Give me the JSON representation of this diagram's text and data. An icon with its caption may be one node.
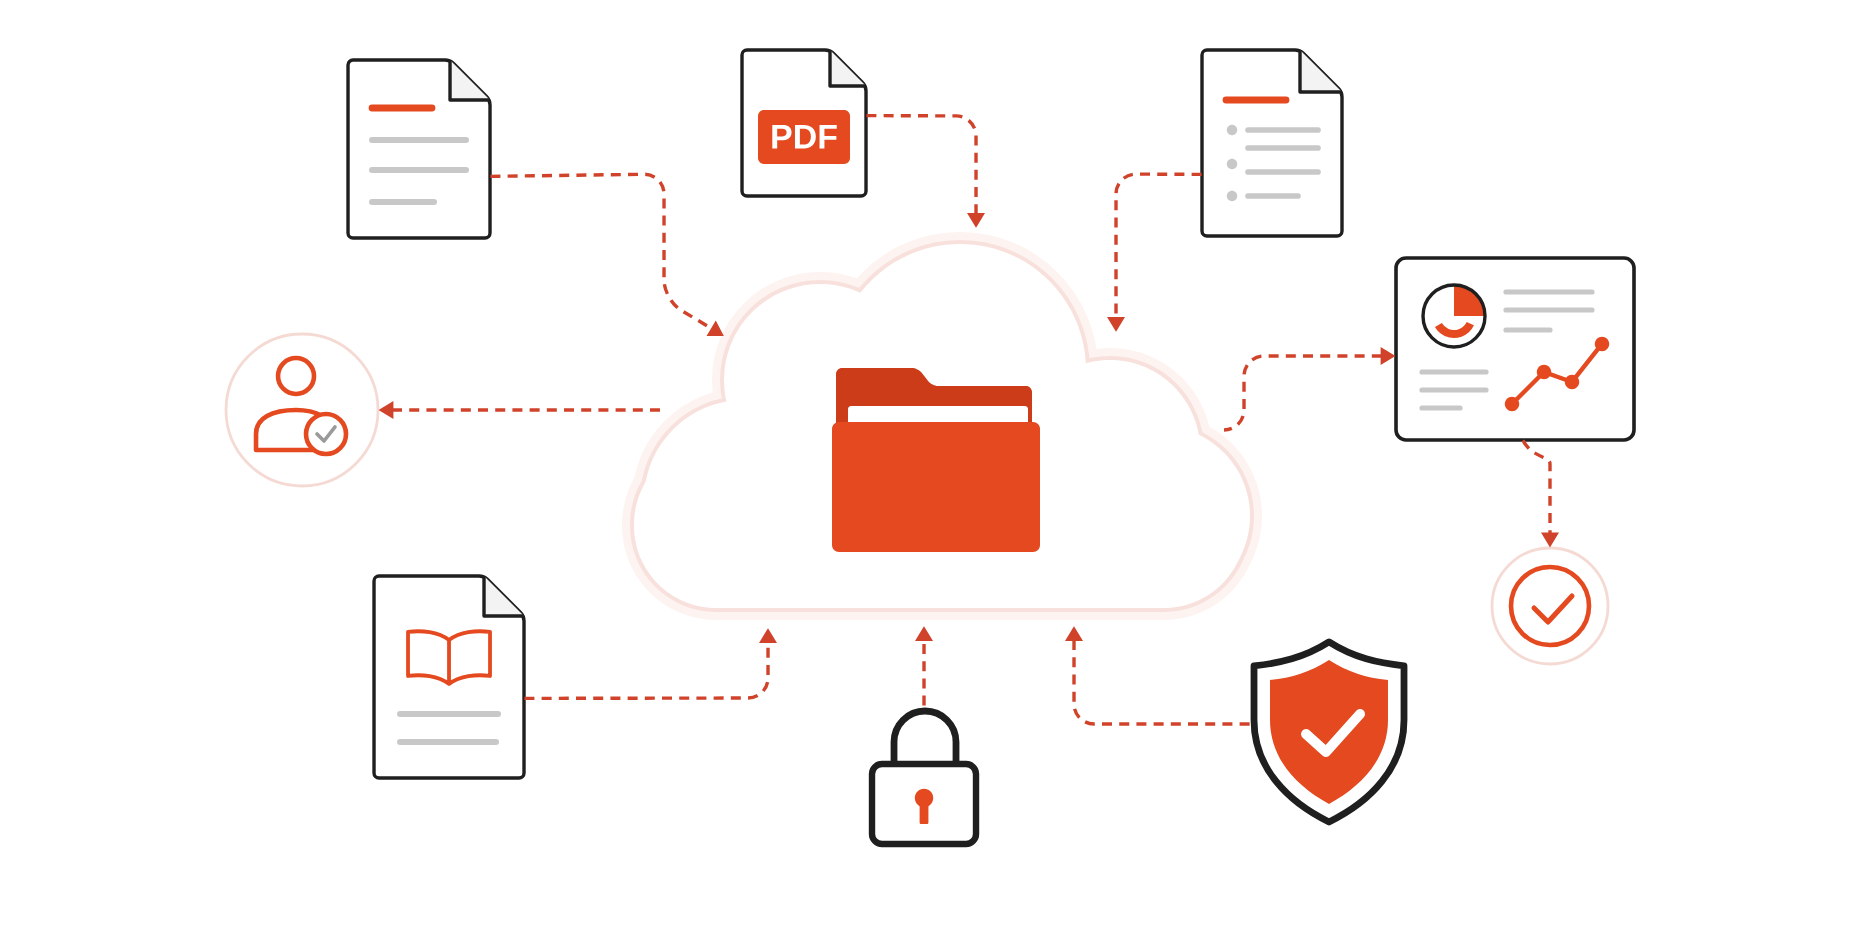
{
  "diagram": {
    "nodes": [
      {
        "text": [],
        "shape": "picture"
      },
      {
        "text": [
          "PDF"
        ]
      },
      {
        "text": [],
        "shape": "picture"
      },
      {
        "text": [],
        "shape": "circle"
      },
      {
        "text": [],
        "shape": "cloud"
      },
      {
        "text": [],
        "shape": "picture"
      },
      {
        "text": [],
        "shape": "circle"
      },
      {
        "text": [],
        "shape": "picture"
      },
      {
        "text": [],
        "shape": "picture"
      },
      {
        "text": [],
        "shape": "picture"
      }
    ],
    "edges": [
      {
        "from": 0,
        "to": 4,
        "arrow": "to",
        "style": "dashed"
      },
      {
        "from": 1,
        "to": 4,
        "arrow": "to",
        "style": "dashed"
      },
      {
        "from": 2,
        "to": 4,
        "arrow": "to",
        "style": "dashed"
      },
      {
        "from": 4,
        "to": 3,
        "arrow": "to",
        "style": "dashed"
      },
      {
        "from": 4,
        "to": 5,
        "arrow": "to",
        "style": "dashed"
      },
      {
        "from": 5,
        "to": 6,
        "arrow": "to",
        "style": "dashed"
      },
      {
        "from": 7,
        "to": 4,
        "arrow": "to",
        "style": "dashed"
      },
      {
        "from": 8,
        "to": 4,
        "arrow": "to",
        "style": "dashed"
      },
      {
        "from": 9,
        "to": 4,
        "arrow": "to",
        "style": "dashed"
      }
    ]
  }
}
